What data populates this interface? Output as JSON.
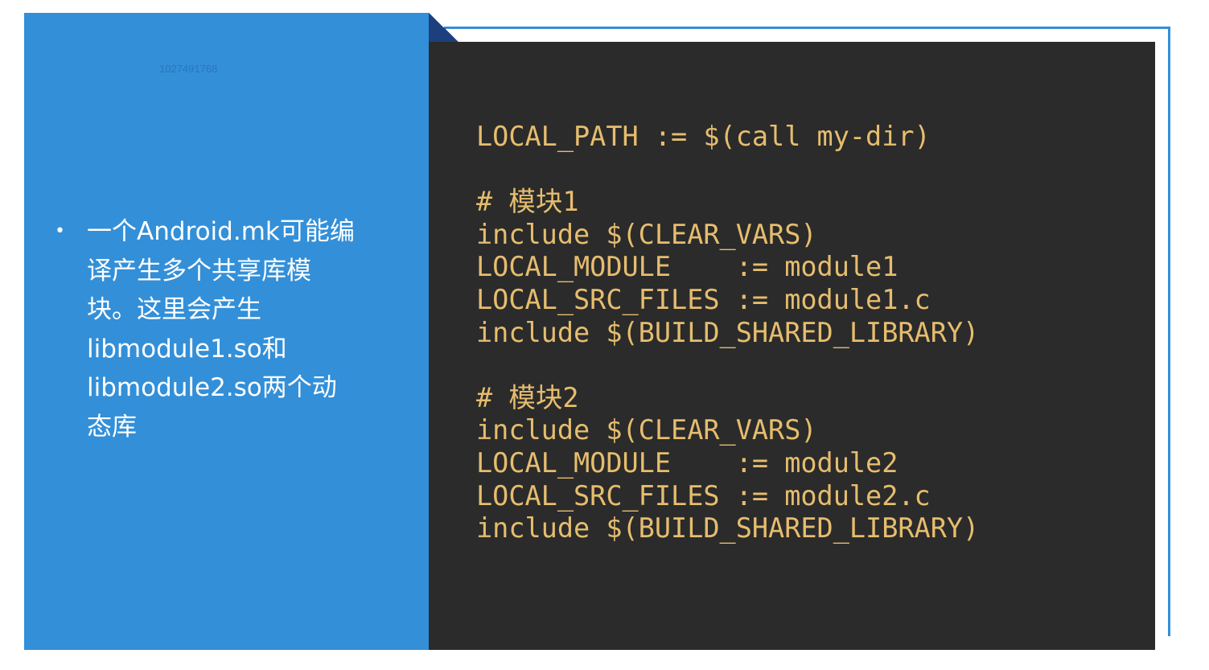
{
  "watermark": "1027491768",
  "bullets": [
    "一个Android.mk可能编译产生多个共享库模块。这里会产生libmodule1.so和libmodule2.so两个动态库"
  ],
  "code": "LOCAL_PATH := $(call my-dir)\n\n# 模块1\ninclude $(CLEAR_VARS)\nLOCAL_MODULE    := module1\nLOCAL_SRC_FILES := module1.c\ninclude $(BUILD_SHARED_LIBRARY)\n\n# 模块2\ninclude $(CLEAR_VARS)\nLOCAL_MODULE    := module2\nLOCAL_SRC_FILES := module2.c\ninclude $(BUILD_SHARED_LIBRARY)",
  "colors": {
    "panel": "#338fd8",
    "code_bg": "#2b2b2b",
    "code_text": "#e6bd6e",
    "accent_dark": "#1e3f7d"
  }
}
